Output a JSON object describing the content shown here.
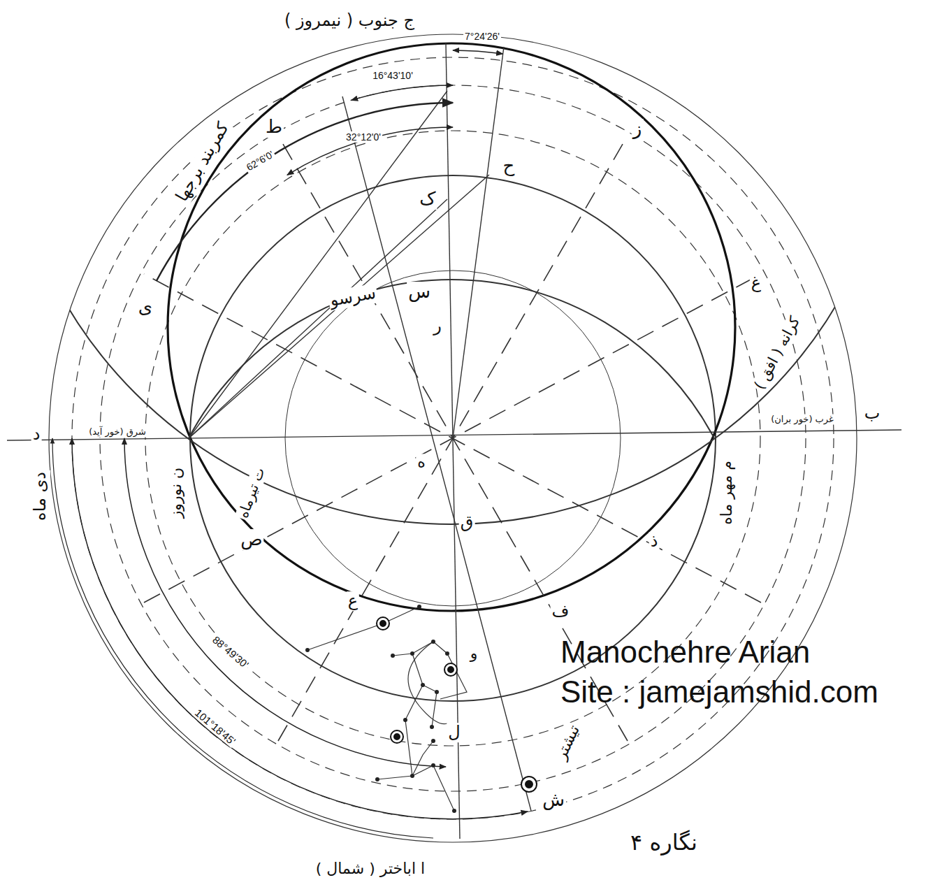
{
  "diagram": {
    "caption": "نگاره ۴",
    "labels": [
      "ج جنوب ( نیمروز )",
      "7°24'26'",
      "16°43'10'",
      "ط",
      "62°6'0'",
      "32°12'0'",
      "کمربند برجها",
      "ز",
      "ح",
      "ک",
      "ی",
      "س",
      "سرسو",
      "ر",
      "غ",
      "کرانه ( افق )",
      "ب",
      "غرب (خور بران)",
      "د",
      "شرق (خور آید)",
      "دی ماه",
      "ن نوروز",
      "ه",
      "ت تیرماه",
      "م مهر ماه",
      "ص",
      "ق",
      "ذ",
      "ع",
      "ف",
      "و",
      "ل",
      "تیشتر",
      "ش",
      "88°49'30'",
      "101°18'45'",
      "Manochehre Arian",
      "Site : jamejamshid.com",
      "ا اباختر ( شمال )"
    ]
  }
}
